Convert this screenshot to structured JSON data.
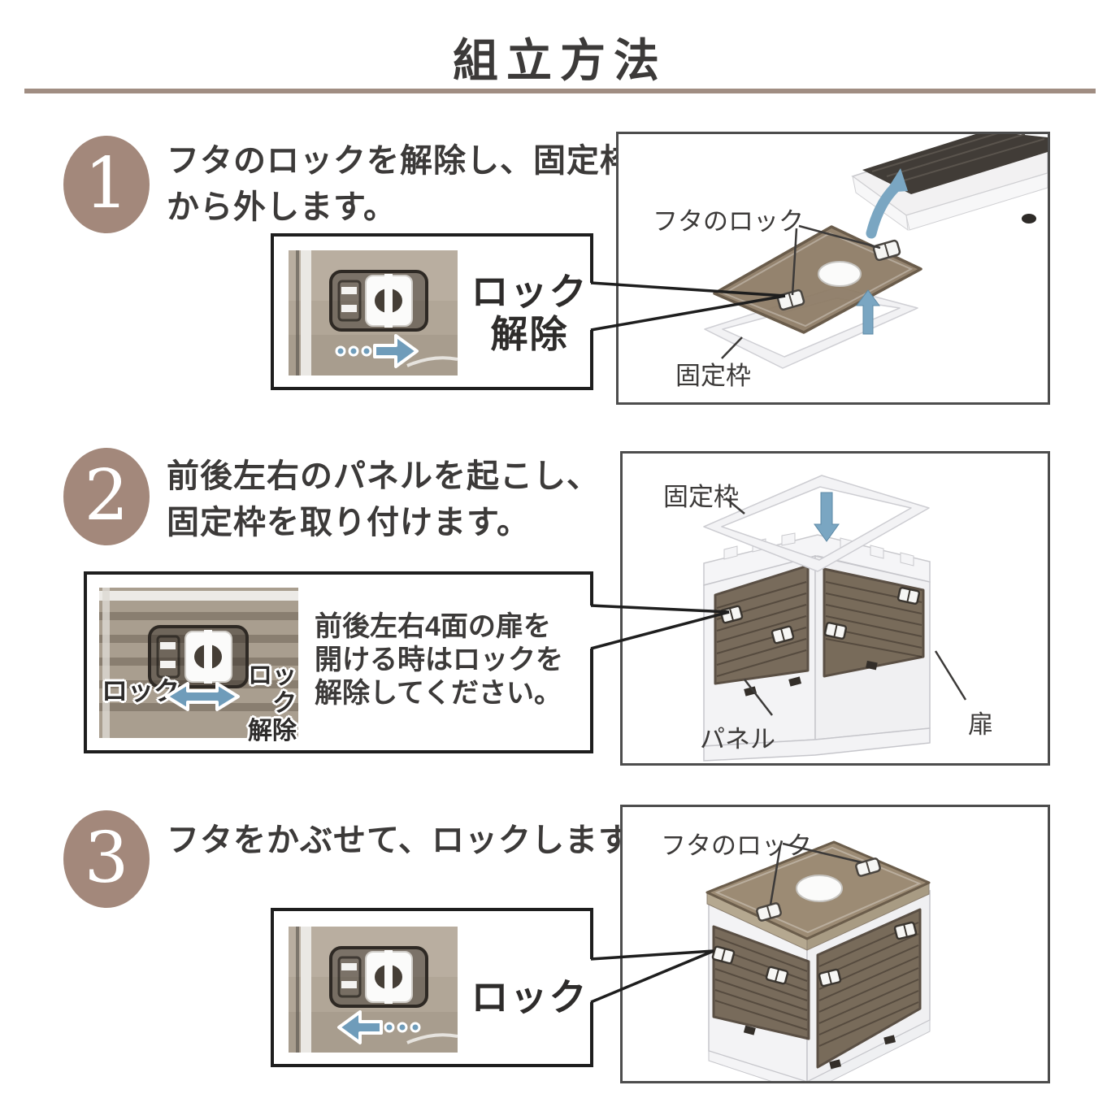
{
  "title": "組立方法",
  "colors": {
    "accent_mauve": "#a3887b",
    "divider_brown": "#a08d82",
    "text_dark": "#3c3a39",
    "arrow_blue": "#7aa6c2",
    "lid_brown": "#8c7a63",
    "callout_border": "#1e1e1e"
  },
  "steps": [
    {
      "number": "1",
      "instruction_line1": "フタのロックを解除し、固定枠",
      "instruction_line2": "から外します。",
      "inset": {
        "label_line1": "ロック",
        "label_line2": "解除"
      },
      "diagram_labels": {
        "lid_lock": "フタのロック",
        "frame": "固定枠"
      }
    },
    {
      "number": "2",
      "instruction_line1": "前後左右のパネルを起こし、",
      "instruction_line2": "固定枠を取り付けます。",
      "inset": {
        "photo_label_lock": "ロック",
        "photo_label_unlock_line1": "ロック",
        "photo_label_unlock_line2": "解除",
        "note_line1": "前後左右4面の扉を",
        "note_line2": "開ける時はロックを",
        "note_line3": "解除してください。"
      },
      "diagram_labels": {
        "frame": "固定枠",
        "panel": "パネル",
        "door": "扉"
      }
    },
    {
      "number": "3",
      "instruction_line1": "フタをかぶせて、ロックします。",
      "inset": {
        "label": "ロック"
      },
      "diagram_labels": {
        "lid_lock": "フタのロック"
      }
    }
  ]
}
